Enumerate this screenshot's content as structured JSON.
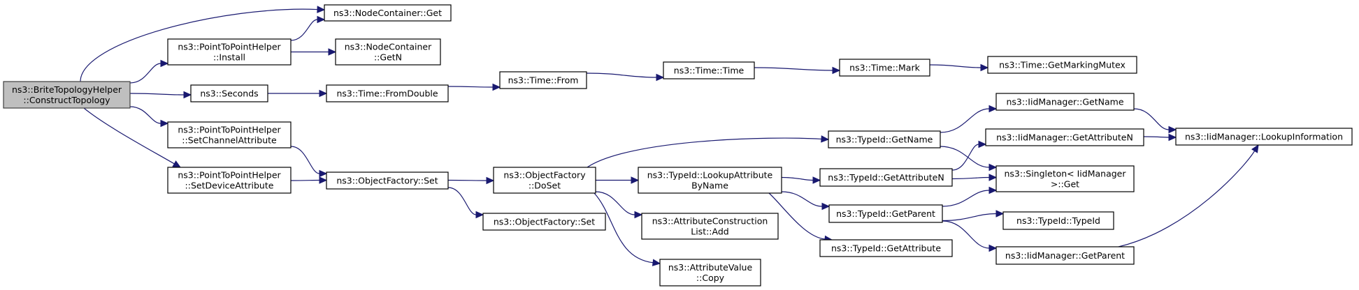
{
  "diagram": {
    "nodes": [
      {
        "id": "root",
        "lines": [
          "ns3::BriteTopologyHelper",
          "::ConstructTopology"
        ],
        "highlight": true
      },
      {
        "id": "nc_get",
        "lines": [
          "ns3::NodeContainer::Get"
        ]
      },
      {
        "id": "p2p_install",
        "lines": [
          "ns3::PointToPointHelper",
          "::Install"
        ]
      },
      {
        "id": "nc_getn",
        "lines": [
          "ns3::NodeContainer",
          "::GetN"
        ]
      },
      {
        "id": "seconds",
        "lines": [
          "ns3::Seconds"
        ]
      },
      {
        "id": "time_fromdouble",
        "lines": [
          "ns3::Time::FromDouble"
        ]
      },
      {
        "id": "time_from",
        "lines": [
          "ns3::Time::From"
        ]
      },
      {
        "id": "time_time",
        "lines": [
          "ns3::Time::Time"
        ]
      },
      {
        "id": "time_mark",
        "lines": [
          "ns3::Time::Mark"
        ]
      },
      {
        "id": "time_getmarkingmutex",
        "lines": [
          "ns3::Time::GetMarkingMutex"
        ]
      },
      {
        "id": "p2p_setchannel",
        "lines": [
          "ns3::PointToPointHelper",
          "::SetChannelAttribute"
        ]
      },
      {
        "id": "p2p_setdevice",
        "lines": [
          "ns3::PointToPointHelper",
          "::SetDeviceAttribute"
        ]
      },
      {
        "id": "of_set1",
        "lines": [
          "ns3::ObjectFactory::Set"
        ]
      },
      {
        "id": "of_doset",
        "lines": [
          "ns3::ObjectFactory",
          "::DoSet"
        ]
      },
      {
        "id": "of_set2",
        "lines": [
          "ns3::ObjectFactory::Set"
        ]
      },
      {
        "id": "typeid_getname",
        "lines": [
          "ns3::TypeId::GetName"
        ]
      },
      {
        "id": "typeid_lookup",
        "lines": [
          "ns3::TypeId::LookupAttribute",
          "ByName"
        ]
      },
      {
        "id": "acl_add",
        "lines": [
          "ns3::AttributeConstruction",
          "List::Add"
        ]
      },
      {
        "id": "av_copy",
        "lines": [
          "ns3::AttributeValue",
          "::Copy"
        ]
      },
      {
        "id": "iid_getname",
        "lines": [
          "ns3::IidManager::GetName"
        ]
      },
      {
        "id": "iid_getattrn",
        "lines": [
          "ns3::IidManager::GetAttributeN"
        ]
      },
      {
        "id": "iid_lookupinfo",
        "lines": [
          "ns3::IidManager::LookupInformation"
        ]
      },
      {
        "id": "typeid_getattrn",
        "lines": [
          "ns3::TypeId::GetAttributeN"
        ]
      },
      {
        "id": "singleton_get",
        "lines": [
          "ns3::Singleton< IidManager",
          " >::Get"
        ]
      },
      {
        "id": "typeid_getparent",
        "lines": [
          "ns3::TypeId::GetParent"
        ]
      },
      {
        "id": "typeid_typeid",
        "lines": [
          "ns3::TypeId::TypeId"
        ]
      },
      {
        "id": "typeid_getattribute",
        "lines": [
          "ns3::TypeId::GetAttribute"
        ]
      },
      {
        "id": "iid_getparent",
        "lines": [
          "ns3::IidManager::GetParent"
        ]
      }
    ],
    "edges": [
      [
        "root",
        "nc_get"
      ],
      [
        "root",
        "p2p_install"
      ],
      [
        "root",
        "seconds"
      ],
      [
        "root",
        "p2p_setchannel"
      ],
      [
        "root",
        "p2p_setdevice"
      ],
      [
        "p2p_install",
        "nc_get"
      ],
      [
        "p2p_install",
        "nc_getn"
      ],
      [
        "seconds",
        "time_fromdouble"
      ],
      [
        "time_fromdouble",
        "time_from"
      ],
      [
        "time_from",
        "time_time"
      ],
      [
        "time_time",
        "time_mark"
      ],
      [
        "time_mark",
        "time_getmarkingmutex"
      ],
      [
        "p2p_setchannel",
        "of_set1"
      ],
      [
        "p2p_setdevice",
        "of_set1"
      ],
      [
        "of_set1",
        "of_doset"
      ],
      [
        "of_set1",
        "of_set2"
      ],
      [
        "of_doset",
        "typeid_getname"
      ],
      [
        "of_doset",
        "typeid_lookup"
      ],
      [
        "of_doset",
        "acl_add"
      ],
      [
        "of_doset",
        "av_copy"
      ],
      [
        "typeid_getname",
        "iid_getname"
      ],
      [
        "typeid_getname",
        "singleton_get"
      ],
      [
        "typeid_lookup",
        "typeid_getattrn"
      ],
      [
        "typeid_lookup",
        "typeid_getparent"
      ],
      [
        "typeid_lookup",
        "typeid_getattribute"
      ],
      [
        "typeid_getattrn",
        "iid_getattrn"
      ],
      [
        "typeid_getattrn",
        "singleton_get"
      ],
      [
        "typeid_getparent",
        "singleton_get"
      ],
      [
        "typeid_getparent",
        "typeid_typeid"
      ],
      [
        "typeid_getparent",
        "iid_getparent"
      ],
      [
        "iid_getname",
        "iid_lookupinfo"
      ],
      [
        "iid_getattrn",
        "iid_lookupinfo"
      ],
      [
        "iid_getparent",
        "iid_lookupinfo"
      ]
    ]
  }
}
